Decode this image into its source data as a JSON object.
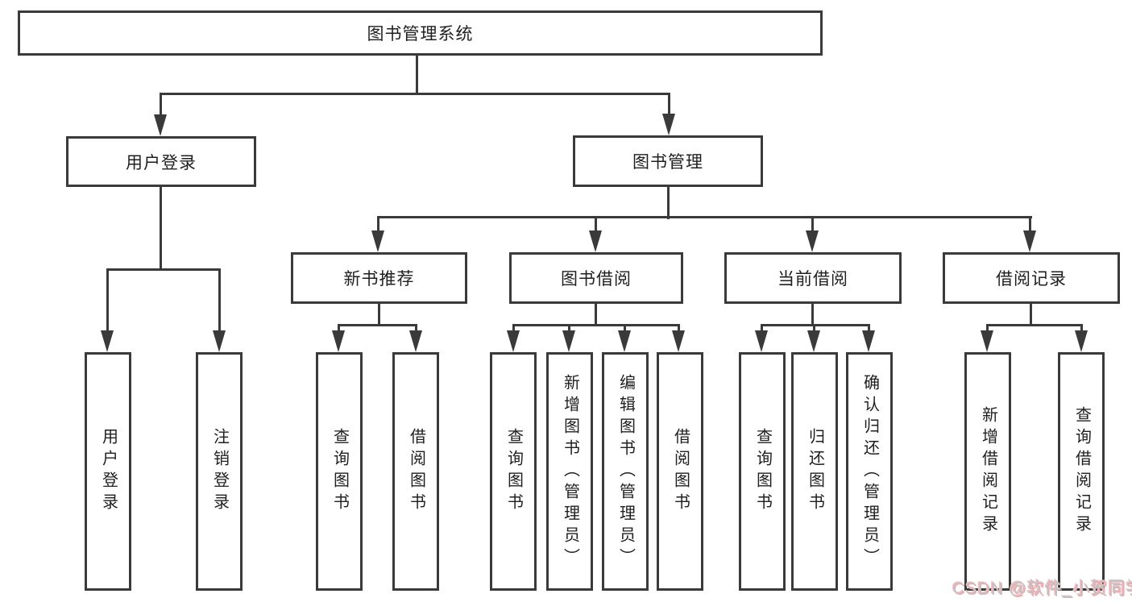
{
  "diagram": {
    "title": "图书管理系统",
    "tree": {
      "label": "图书管理系统",
      "children": [
        {
          "label": "用户登录",
          "children": [
            {
              "label": "用户登录"
            },
            {
              "label": "注销登录"
            }
          ]
        },
        {
          "label": "图书管理",
          "children": [
            {
              "label": "新书推荐",
              "children": [
                {
                  "label": "查询图书"
                },
                {
                  "label": "借阅图书"
                }
              ]
            },
            {
              "label": "图书借阅",
              "children": [
                {
                  "label": "查询图书"
                },
                {
                  "label": "新增图书（管理员）"
                },
                {
                  "label": "编辑图书（管理员）"
                },
                {
                  "label": "借阅图书"
                }
              ]
            },
            {
              "label": "当前借阅",
              "children": [
                {
                  "label": "查询图书"
                },
                {
                  "label": "归还图书"
                },
                {
                  "label": "确认归还（管理员）"
                }
              ]
            },
            {
              "label": "借阅记录",
              "children": [
                {
                  "label": "新增借阅记录"
                },
                {
                  "label": "查询借阅记录"
                }
              ]
            }
          ]
        }
      ]
    },
    "colors": {
      "line": "#3a3a3a",
      "box_border": "#3a3a3a",
      "text": "#1f1f1f",
      "background": "#ffffff",
      "watermark_text": "#c9c2c2",
      "watermark_accent": "#eda6ab"
    }
  },
  "watermark": {
    "text": "CSDN @软件_小贺同学"
  }
}
